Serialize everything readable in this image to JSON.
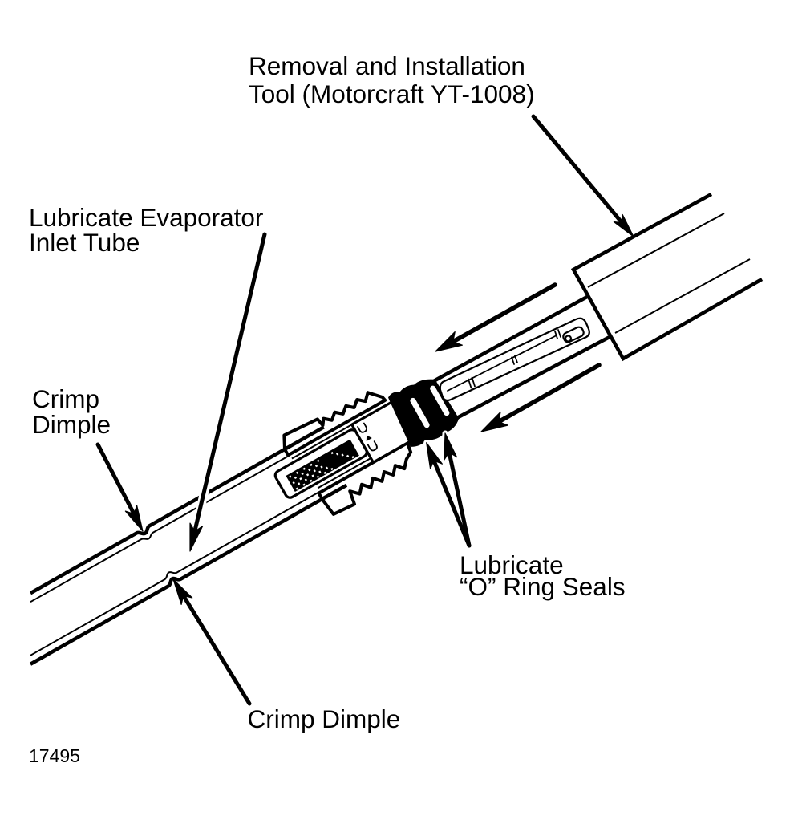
{
  "figure_number": "17495",
  "callouts": {
    "tool": {
      "lines": [
        "Removal and Installation",
        "Tool (Motorcraft YT-1008)"
      ]
    },
    "evaporator_tube": {
      "lines": [
        "Lubricate Evaporator",
        "Inlet Tube"
      ]
    },
    "crimp_dimple_upper": {
      "lines": [
        "Crimp",
        "Dimple"
      ]
    },
    "o_ring_seals": {
      "lines": [
        "Lubricate",
        "“O” Ring Seals"
      ]
    },
    "crimp_dimple_lower": {
      "lines": [
        "Crimp Dimple"
      ]
    }
  },
  "colors": {
    "ink": "#000000",
    "paper": "#ffffff"
  }
}
